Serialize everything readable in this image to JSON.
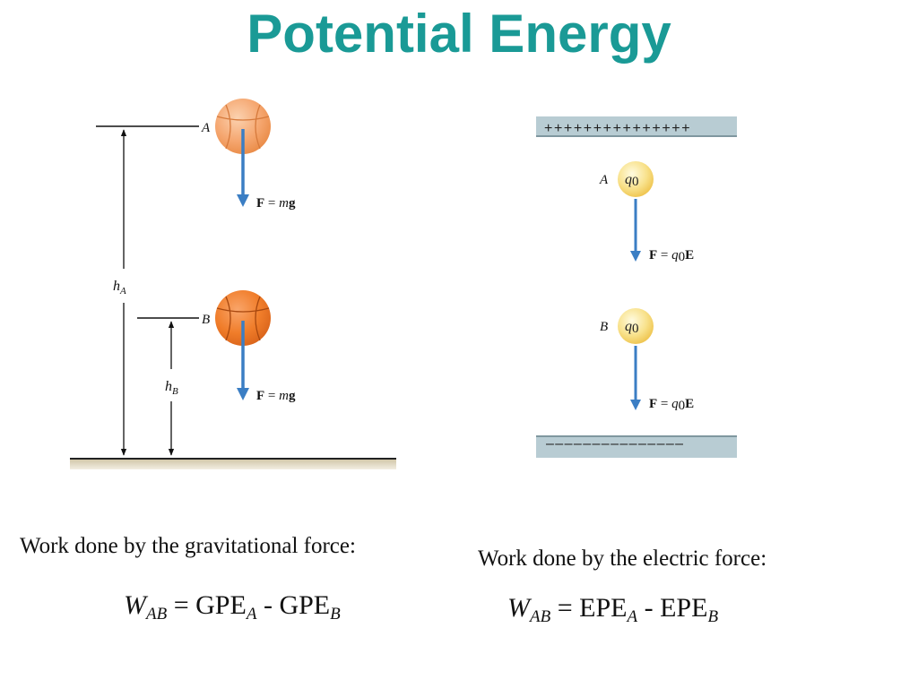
{
  "title": "Potential Energy",
  "gravity_diagram": {
    "label_a": "A",
    "label_b": "B",
    "height_a": {
      "base": "h",
      "sub": "A"
    },
    "height_b": {
      "base": "h",
      "sub": "B"
    },
    "force_label": {
      "bold": "F",
      "equals": " = ",
      "italic": "m",
      "bold2": "g"
    }
  },
  "electric_diagram": {
    "label_a": "A",
    "label_b": "B",
    "charge": {
      "base": "q",
      "sub": "0"
    },
    "top_plate_signs": "+++++++++++++++",
    "bottom_plate_signs": "‒‒‒‒‒‒‒‒‒‒‒‒‒‒‒",
    "force_label": {
      "bold": "F",
      "equals": " = ",
      "italic": "q",
      "sub": "0",
      "bold2": "E"
    }
  },
  "captions": {
    "gravitational": "Work done by the gravitational force:",
    "electric": "Work done by the electric force:"
  },
  "equations": {
    "gravitational": {
      "lhs": "W",
      "lhs_sub": "AB",
      "eq": " = ",
      "term1": "GPE",
      "term1_sub": "A",
      "minus": " - ",
      "term2": "GPE",
      "term2_sub": "B"
    },
    "electric": {
      "lhs": "W",
      "lhs_sub": "AB",
      "eq": " = ",
      "term1": "EPE",
      "term1_sub": "A",
      "minus": " - ",
      "term2": "EPE",
      "term2_sub": "B"
    }
  },
  "colors": {
    "title": "#1a9a96",
    "arrow": "#3b7ec4",
    "ball": "#f07d2a",
    "charge": "#f5d152",
    "plate": "#b8ccd3",
    "ground": "#d9cdb0"
  }
}
